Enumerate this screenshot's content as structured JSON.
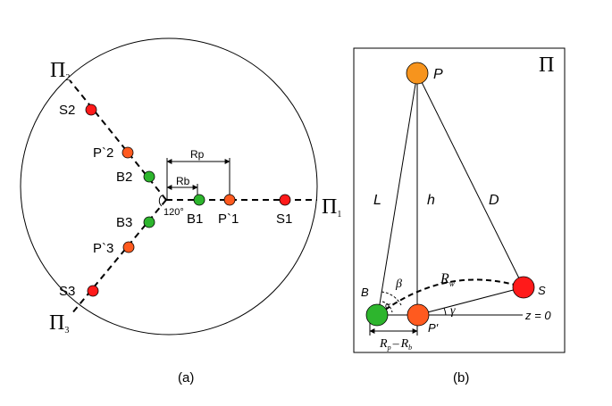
{
  "colors": {
    "red": "#ff1a1a",
    "orange": "#ff5a1f",
    "orange_light": "#f7941d",
    "green": "#2db52d",
    "outline": "#000000"
  },
  "panel_a": {
    "caption": "(a)",
    "plane_labels": {
      "pi1": "Π",
      "pi1_sub": "1",
      "pi2": "Π",
      "pi2_sub": "2",
      "pi3": "Π",
      "pi3_sub": "3"
    },
    "points": {
      "s1": "S1",
      "s2": "S2",
      "s3": "S3",
      "p1": "P`1",
      "p2": "P`2",
      "p3": "P`3",
      "b1": "B1",
      "b2": "B2",
      "b3": "B3"
    },
    "dimensions": {
      "rp": "Rp",
      "rb": "Rb",
      "angle": "120°"
    }
  },
  "panel_b": {
    "caption": "(b)",
    "plane_label": "Π",
    "points": {
      "p": "P",
      "b": "B",
      "s": "S",
      "p_prime": "P'"
    },
    "lines": {
      "l": "L",
      "h": "h",
      "d": "D"
    },
    "angles": {
      "alpha": "α",
      "beta": "β",
      "gamma": "γ"
    },
    "r_w": "R",
    "r_w_sub": "w",
    "z_label": "z = 0",
    "diff": {
      "r": "R",
      "p_sub": "p",
      "minus": "–",
      "r2": "R",
      "b_sub": "b"
    }
  }
}
